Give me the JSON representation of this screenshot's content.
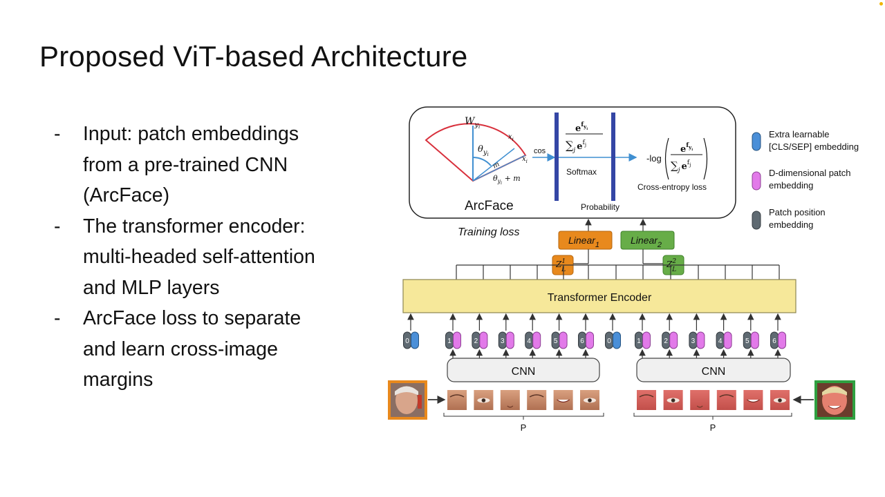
{
  "title": "Proposed ViT-based Architecture",
  "bullets": [
    {
      "dash": "-",
      "lines": [
        "Input: patch embeddings",
        "from a pre-trained CNN",
        "(ArcFace)"
      ]
    },
    {
      "dash": "-",
      "lines": [
        "The transformer encoder:",
        "multi-headed self-attention",
        "and MLP layers"
      ]
    },
    {
      "dash": "-",
      "lines": [
        "ArcFace loss to separate",
        "and learn cross-image",
        "margins"
      ]
    }
  ],
  "diagram": {
    "arcface_label": "ArcFace",
    "w_label": "W",
    "w_sub": "y",
    "w_subsub": "i",
    "theta_label": "θ",
    "theta_sub": "y",
    "theta_subsub": "i",
    "theta_m_label": "θ",
    "theta_m_sub": "y",
    "theta_m_subsub": "i",
    "theta_m_suffix": " + m",
    "xi_label": "x",
    "xi_sub": "i",
    "m_label": "m",
    "cos_label": "cos",
    "softmax_label": "Softmax",
    "probability_label": "Probability",
    "ce_loss_label": "Cross-entropy loss",
    "log_prefix": "-log",
    "exp_base": "e",
    "exp_f": "f",
    "exp_y": "y",
    "exp_i": "i",
    "exp_j": "j",
    "sum_sign": "∑",
    "training_loss": "Training loss",
    "linear1": "Linear",
    "linear1_sub": "1",
    "linear2": "Linear",
    "linear2_sub": "2",
    "z_base": "Z",
    "z1_sup": "1",
    "z2_sup": "2",
    "z_sub": "L",
    "transformer_label": "Transformer Encoder",
    "cnn_label": "CNN",
    "p_label": "P",
    "left_tokens": [
      "0",
      "1",
      "2",
      "3",
      "4",
      "5",
      "6"
    ],
    "right_tokens": [
      "0",
      "1",
      "2",
      "3",
      "4",
      "5",
      "6"
    ]
  },
  "legend": [
    {
      "icon": "blue-capsule-icon",
      "line1": "Extra learnable",
      "line2": "[CLS/SEP] embedding"
    },
    {
      "icon": "pink-capsule-icon",
      "line1": "D-dimensional patch",
      "line2": "embedding"
    },
    {
      "icon": "gray-capsule-icon",
      "line1": "Patch position",
      "line2": "embedding"
    }
  ],
  "colors": {
    "cls_blue": "#4a8fd8",
    "patch_pink": "#e27ae9",
    "position_gray": "#5f6a72",
    "transformer_fill": "#f6e89a",
    "linear1_fill": "#e8891d",
    "linear2_fill": "#67ad48",
    "arc_red": "#d8303c",
    "arc_blue": "#3f8fd1",
    "softmax_bar": "#3446a5",
    "cnn_fill": "#f0f0f0",
    "left_face_border": "#e8891d",
    "right_face_border": "#2fa040",
    "corner_dot": "#f0b400"
  }
}
